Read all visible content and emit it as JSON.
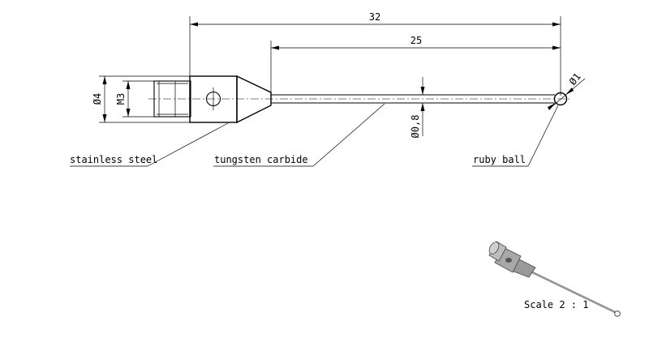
{
  "dimensions": {
    "overall_length": "32",
    "shaft_length": "25",
    "body_diameter": "Ø4",
    "thread": "M3",
    "shaft_diameter": "Ø0,8",
    "ball_diameter": "Ø1"
  },
  "labels": {
    "body_material": "stainless steel",
    "shaft_material": "tungsten carbide",
    "tip_material": "ruby ball"
  },
  "scale_text": "Scale 2 : 1"
}
